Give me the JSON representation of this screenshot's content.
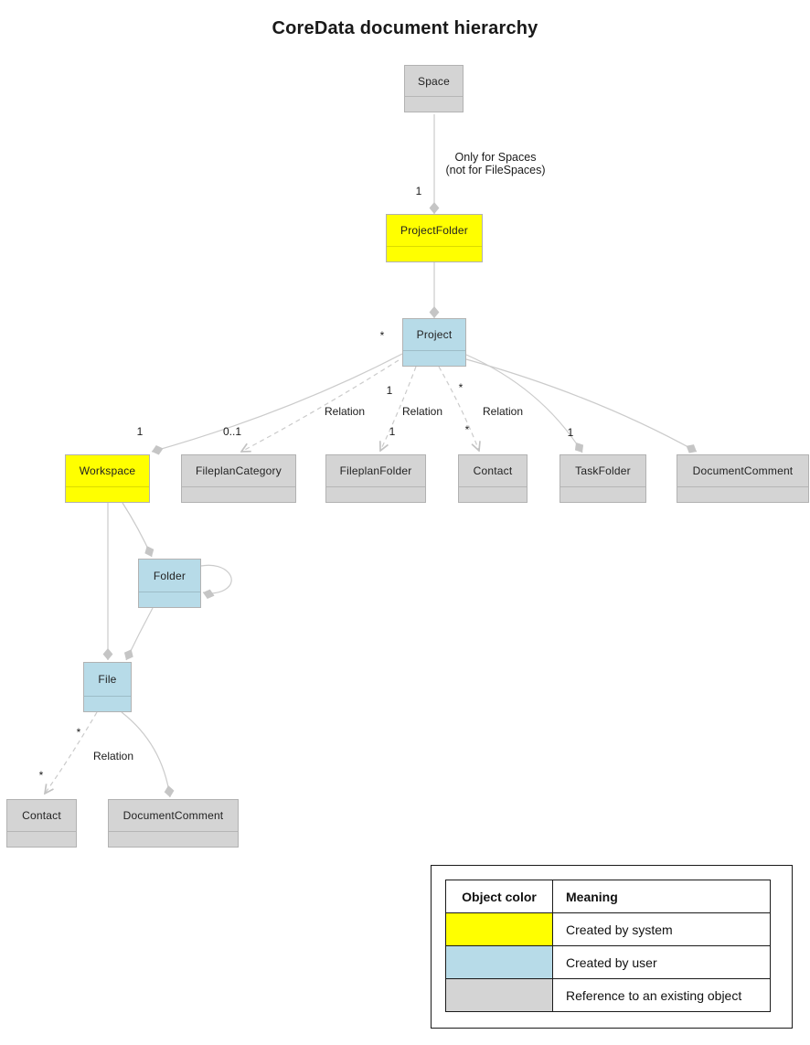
{
  "title": "CoreData document hierarchy",
  "colors": {
    "system": "#ffff00",
    "user": "#b7dbe8",
    "reference": "#d4d4d4",
    "edge": "#cbcbcb"
  },
  "nodes": {
    "space": {
      "label": "Space",
      "type": "reference"
    },
    "project_folder": {
      "label": "ProjectFolder",
      "type": "system"
    },
    "project": {
      "label": "Project",
      "type": "user"
    },
    "workspace": {
      "label": "Workspace",
      "type": "system"
    },
    "fileplan_category": {
      "label": "FileplanCategory",
      "type": "reference"
    },
    "fileplan_folder": {
      "label": "FileplanFolder",
      "type": "reference"
    },
    "contact_top": {
      "label": "Contact",
      "type": "reference"
    },
    "task_folder": {
      "label": "TaskFolder",
      "type": "reference"
    },
    "document_comment_top": {
      "label": "DocumentComment",
      "type": "reference"
    },
    "folder": {
      "label": "Folder",
      "type": "user"
    },
    "file": {
      "label": "File",
      "type": "user"
    },
    "contact_bottom": {
      "label": "Contact",
      "type": "reference"
    },
    "document_comment_bottom": {
      "label": "DocumentComment",
      "type": "reference"
    }
  },
  "edges": {
    "space_projectfolder": {
      "mult": "1",
      "note_line1": "Only for Spaces",
      "note_line2": "(not for FileSpaces)"
    },
    "projectfolder_project": {
      "mult": "*"
    },
    "project_workspace": {
      "mult": "1"
    },
    "project_fileplancategory": {
      "label": "Relation",
      "mult": "0..1"
    },
    "project_fileplanfolder": {
      "label": "Relation",
      "mult_source": "1",
      "mult_target": "1"
    },
    "project_contact": {
      "label": "Relation",
      "mult_source": "*",
      "mult_target": "*"
    },
    "project_taskfolder": {
      "mult": "1"
    },
    "file_contact": {
      "label": "Relation",
      "mult_source": "*",
      "mult_target": "*"
    }
  },
  "legend": {
    "header_color": "Object color",
    "header_meaning": "Meaning",
    "rows": [
      {
        "color": "#ffff00",
        "meaning": "Created by system"
      },
      {
        "color": "#b7dbe8",
        "meaning": "Created by user"
      },
      {
        "color": "#d4d4d4",
        "meaning": "Reference to an existing object"
      }
    ]
  }
}
